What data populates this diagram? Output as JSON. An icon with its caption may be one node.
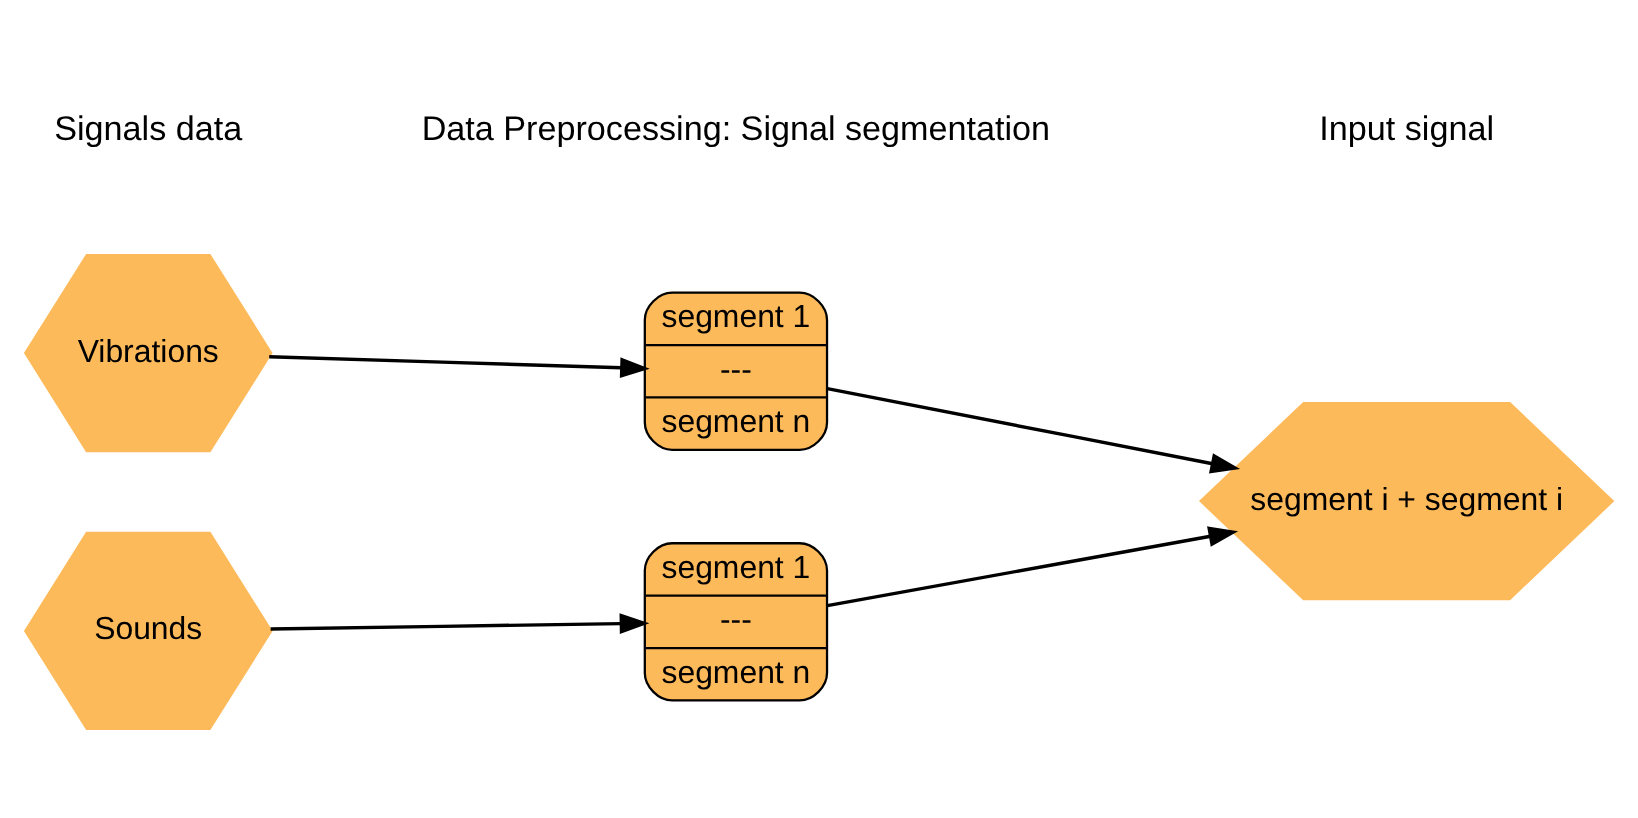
{
  "diagram": {
    "nodes": [
      {
        "text": [
          "Vibrations"
        ]
      },
      {
        "text": [
          "segment 1",
          "---",
          "segment n"
        ]
      },
      {
        "text": [
          "Sounds"
        ]
      },
      {
        "text": [
          "segment 1",
          "---",
          "segment n"
        ]
      },
      {
        "text": [
          "segment i + segment i"
        ]
      }
    ],
    "edges": [
      {
        "from": 0,
        "to": 1,
        "arrow": "to"
      },
      {
        "from": 2,
        "to": 3,
        "arrow": "to"
      },
      {
        "from": 1,
        "to": 4,
        "arrow": "to"
      },
      {
        "from": 3,
        "to": 4,
        "arrow": "to"
      }
    ],
    "labels": [
      "Signals data",
      "Data Preprocessing: Signal segmentation",
      "Input signal"
    ]
  }
}
